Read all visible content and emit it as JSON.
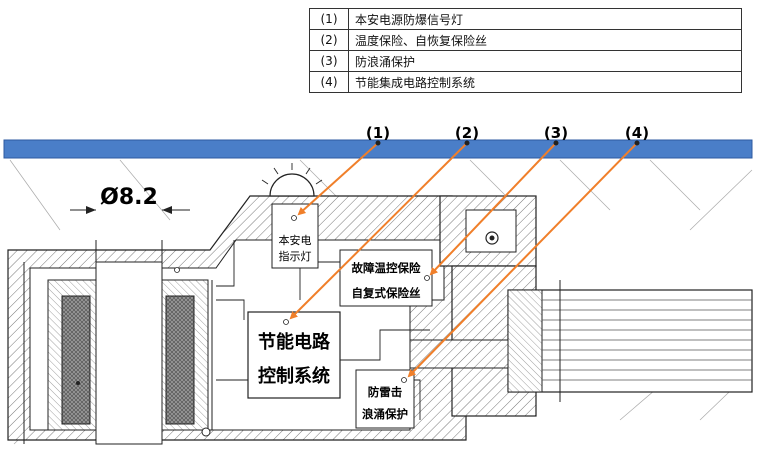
{
  "legend": [
    {
      "num": "(1)",
      "text": "本安电源防爆信号灯"
    },
    {
      "num": "(2)",
      "text": "温度保险、自恢复保险丝"
    },
    {
      "num": "(3)",
      "text": "防浪涌保护"
    },
    {
      "num": "(4)",
      "text": "节能集成电路控制系统"
    }
  ],
  "callouts": [
    "(1)",
    "(2)",
    "(3)",
    "(4)"
  ],
  "dimension": "Ø8.2",
  "boxes": {
    "indicator": [
      "本安电",
      "指示灯"
    ],
    "fuse": [
      "故障温控保险",
      "自复式保险丝"
    ],
    "control": [
      "节能电路",
      "控制系统"
    ],
    "surge": [
      "防雷击",
      "浪涌保护"
    ]
  },
  "colors": {
    "bar": "#4a7ec8",
    "arrow": "#f07f2a",
    "hatch": "#666666"
  }
}
